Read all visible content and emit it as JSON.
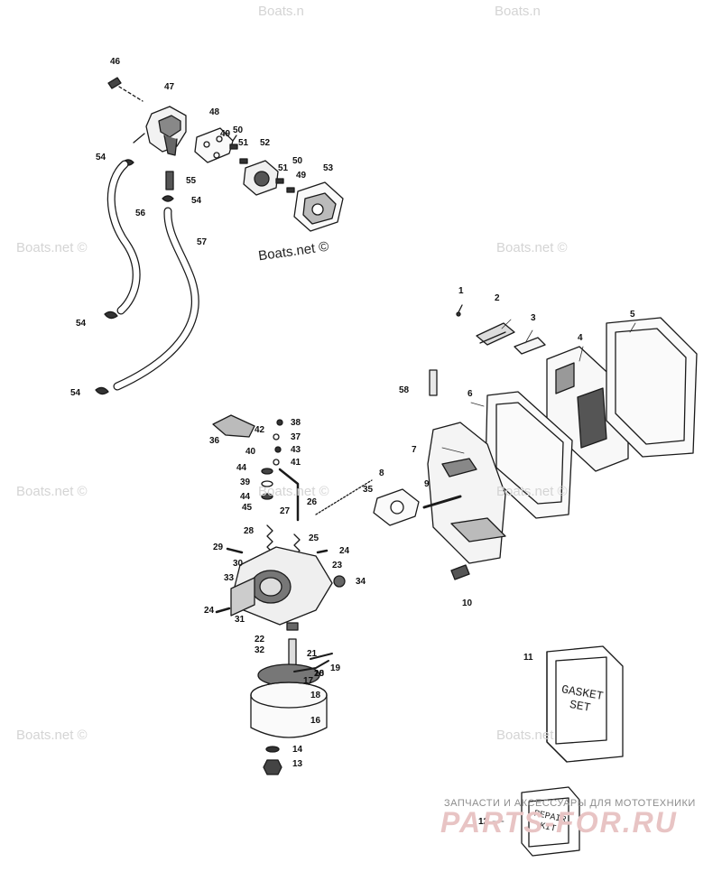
{
  "diagram": {
    "callouts": [
      {
        "id": "c46",
        "text": "46"
      },
      {
        "id": "c47",
        "text": "47"
      },
      {
        "id": "c48",
        "text": "48"
      },
      {
        "id": "c49a",
        "text": "49"
      },
      {
        "id": "c50a",
        "text": "50"
      },
      {
        "id": "c51a",
        "text": "51"
      },
      {
        "id": "c52",
        "text": "52"
      },
      {
        "id": "c50b",
        "text": "50"
      },
      {
        "id": "c51b",
        "text": "51"
      },
      {
        "id": "c49b",
        "text": "49"
      },
      {
        "id": "c53",
        "text": "53"
      },
      {
        "id": "c54a",
        "text": "54"
      },
      {
        "id": "c55",
        "text": "55"
      },
      {
        "id": "c54b",
        "text": "54"
      },
      {
        "id": "c56",
        "text": "56"
      },
      {
        "id": "c57",
        "text": "57"
      },
      {
        "id": "c54c",
        "text": "54"
      },
      {
        "id": "c54d",
        "text": "54"
      },
      {
        "id": "c1",
        "text": "1"
      },
      {
        "id": "c2",
        "text": "2"
      },
      {
        "id": "c3",
        "text": "3"
      },
      {
        "id": "c5",
        "text": "5"
      },
      {
        "id": "c4",
        "text": "4"
      },
      {
        "id": "c58",
        "text": "58"
      },
      {
        "id": "c6",
        "text": "6"
      },
      {
        "id": "c7",
        "text": "7"
      },
      {
        "id": "c8",
        "text": "8"
      },
      {
        "id": "c9",
        "text": "9"
      },
      {
        "id": "c10",
        "text": "10"
      },
      {
        "id": "c35",
        "text": "35"
      },
      {
        "id": "c38",
        "text": "38"
      },
      {
        "id": "c42",
        "text": "42"
      },
      {
        "id": "c37",
        "text": "37"
      },
      {
        "id": "c36",
        "text": "36"
      },
      {
        "id": "c40",
        "text": "40"
      },
      {
        "id": "c43",
        "text": "43"
      },
      {
        "id": "c41",
        "text": "41"
      },
      {
        "id": "c44a",
        "text": "44"
      },
      {
        "id": "c39",
        "text": "39"
      },
      {
        "id": "c44b",
        "text": "44"
      },
      {
        "id": "c45",
        "text": "45"
      },
      {
        "id": "c26",
        "text": "26"
      },
      {
        "id": "c27",
        "text": "27"
      },
      {
        "id": "c28",
        "text": "28"
      },
      {
        "id": "c25",
        "text": "25"
      },
      {
        "id": "c29",
        "text": "29"
      },
      {
        "id": "c24a",
        "text": "24"
      },
      {
        "id": "c30",
        "text": "30"
      },
      {
        "id": "c23",
        "text": "23"
      },
      {
        "id": "c33",
        "text": "33"
      },
      {
        "id": "c34",
        "text": "34"
      },
      {
        "id": "c24b",
        "text": "24"
      },
      {
        "id": "c31",
        "text": "31"
      },
      {
        "id": "c22",
        "text": "22"
      },
      {
        "id": "c32",
        "text": "32"
      },
      {
        "id": "c21",
        "text": "21"
      },
      {
        "id": "c19",
        "text": "19"
      },
      {
        "id": "c20",
        "text": "20"
      },
      {
        "id": "c18a",
        "text": "18"
      },
      {
        "id": "c17",
        "text": "17"
      },
      {
        "id": "c18b",
        "text": "18"
      },
      {
        "id": "c16",
        "text": "16"
      },
      {
        "id": "c14",
        "text": "14"
      },
      {
        "id": "c13",
        "text": "13"
      },
      {
        "id": "c11",
        "text": "11"
      },
      {
        "id": "c12",
        "text": "12"
      }
    ],
    "gasket_set_label": "GASKET\nSET",
    "repair_kit_label": "REPAIR\nKIT"
  },
  "watermarks": {
    "boats_net": "Boats.net ©",
    "boats_net_partial": "Boats.n",
    "boats_net_short": "Boats.net"
  },
  "branding": {
    "subtitle": "ЗАПЧАСТИ И АКСЕССУАРЫ ДЛЯ МОТОТЕХНИКИ",
    "logo_text": "PARTS-FOR.RU"
  }
}
